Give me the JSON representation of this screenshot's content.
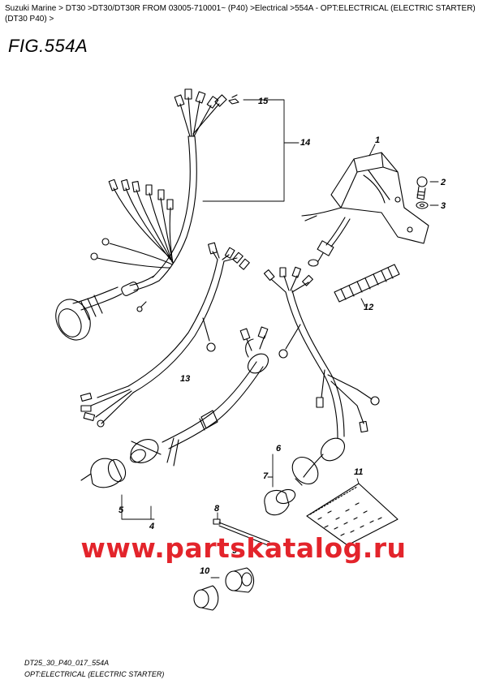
{
  "breadcrumb": "Suzuki Marine > DT30 >DT30/DT30R FROM 03005-710001~ (P40) >Electrical >554A - OPT:ELECTRICAL (ELECTRIC STARTER) (DT30 P40) >",
  "figure_title": "FIG.554A",
  "callouts": {
    "c1": "1",
    "c2": "2",
    "c3": "3",
    "c4": "4",
    "c5": "5",
    "c6": "6",
    "c7": "7",
    "c8": "8",
    "c9": "9",
    "c10": "10",
    "c11": "11",
    "c12": "12",
    "c13": "13",
    "c14": "14",
    "c15": "15"
  },
  "watermark": "www.partskatalog.ru",
  "footer": {
    "code": "DT25_30_P40_017_554A",
    "caption": "OPT:ELECTRICAL (ELECTRIC STARTER)"
  }
}
